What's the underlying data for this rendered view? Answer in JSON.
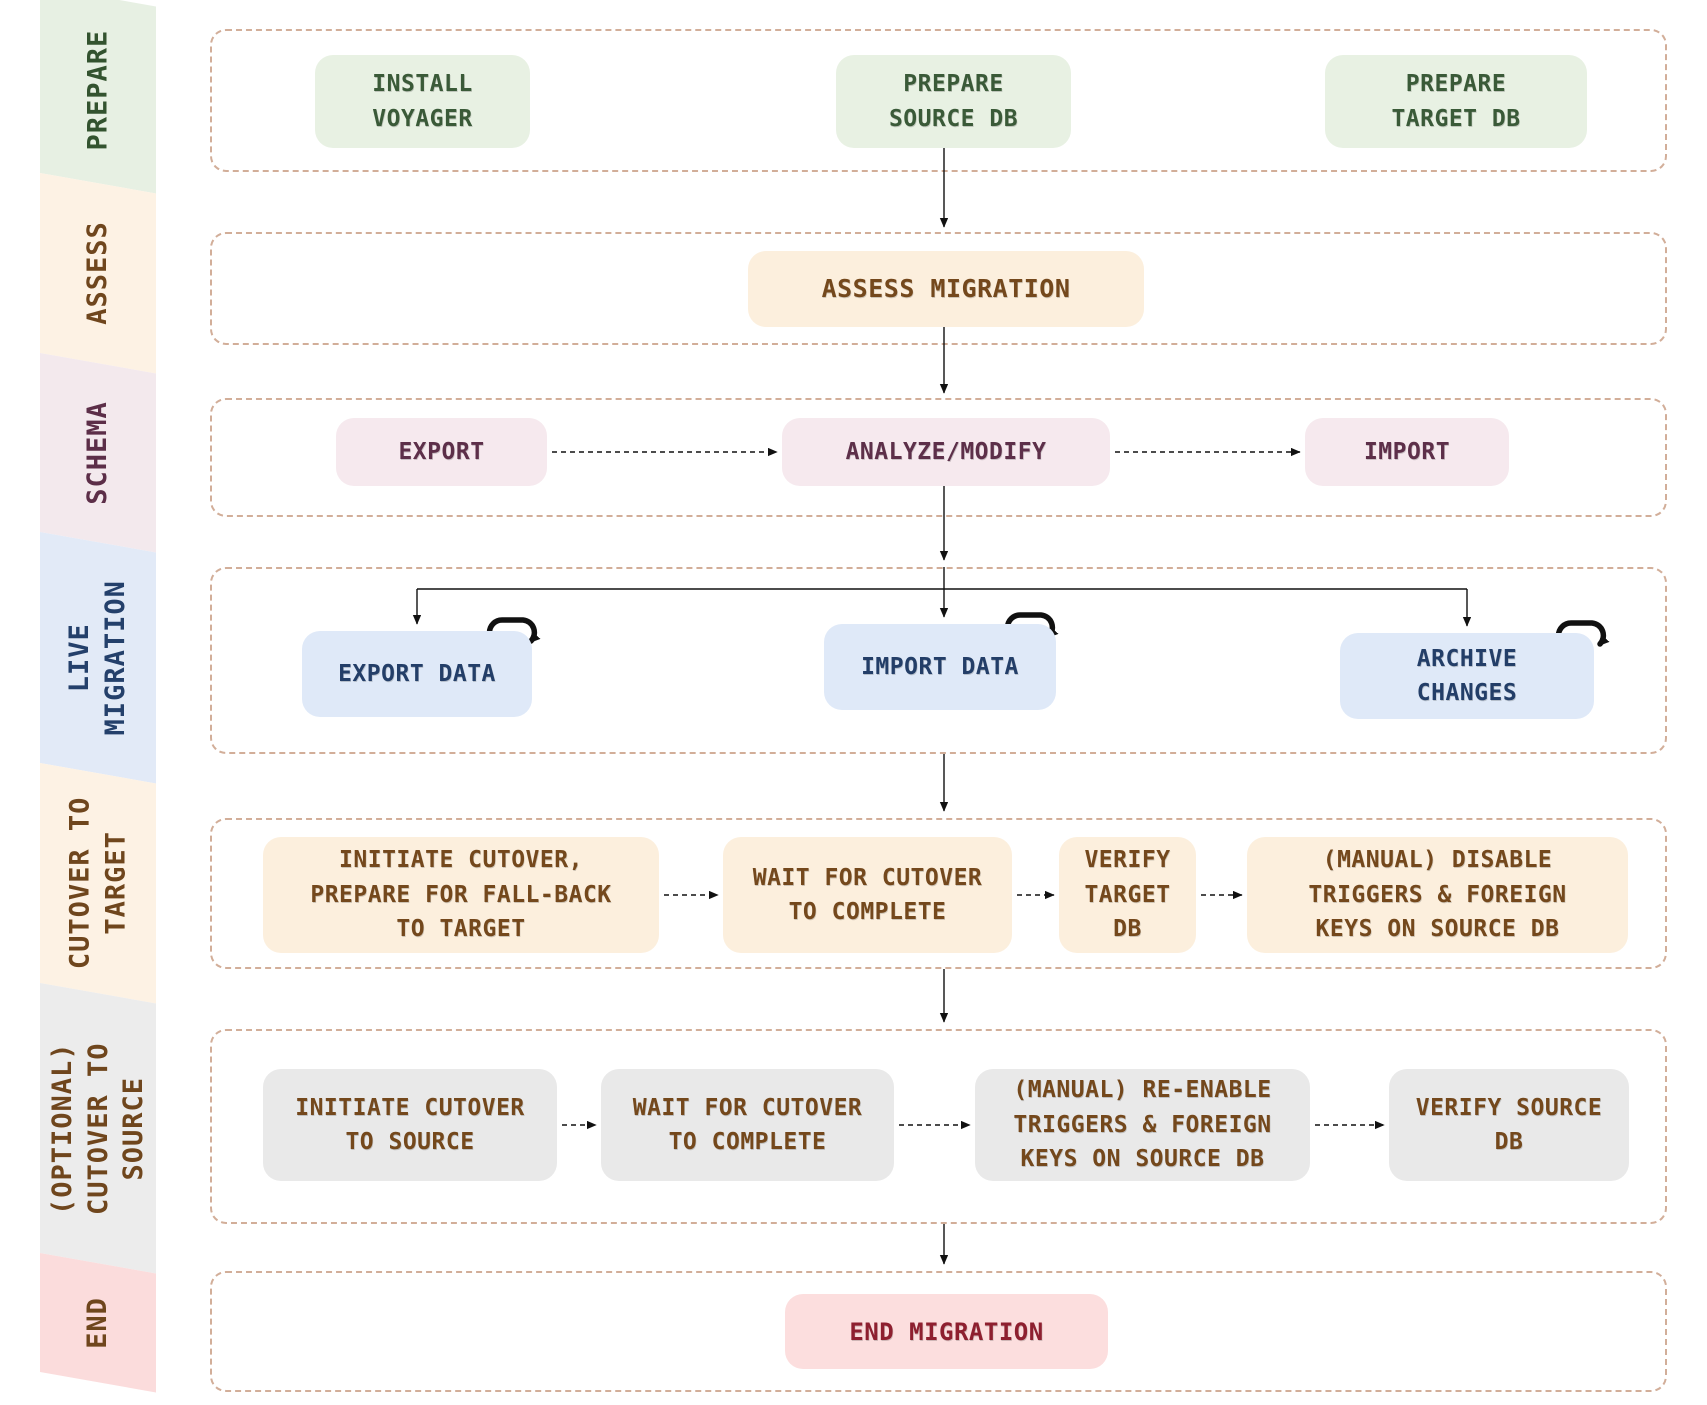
{
  "diagram_type": "flowchart",
  "stages": [
    {
      "id": "prepare",
      "label": "PREPARE",
      "band_bg": "#e7f0e3",
      "label_color": "#33532f"
    },
    {
      "id": "assess",
      "label": "ASSESS",
      "band_bg": "#fdf2e4",
      "label_color": "#6f461d"
    },
    {
      "id": "schema",
      "label": "SCHEMA",
      "band_bg": "#f3e9ed",
      "label_color": "#5c2e48"
    },
    {
      "id": "live-migration",
      "label": "LIVE\nMIGRATION",
      "band_bg": "#e2eaf7",
      "label_color": "#24406b"
    },
    {
      "id": "cutover-to-target",
      "label": "CUTOVER TO\nTARGET",
      "band_bg": "#fdf2e4",
      "label_color": "#6f461d"
    },
    {
      "id": "optional-cutover-source",
      "label": "(OPTIONAL)\nCUTOVER TO\nSOURCE",
      "band_bg": "#ececec",
      "label_color": "#6f461d"
    },
    {
      "id": "end",
      "label": "END",
      "band_bg": "#fbdcdc",
      "label_color": "#6f461d"
    }
  ],
  "nodes": {
    "install_voyager": {
      "label": "INSTALL\nVOYAGER",
      "stage": "prepare",
      "bg": "#e8f1e3",
      "text_color": "#3a5a38"
    },
    "prepare_source_db": {
      "label": "PREPARE\nSOURCE DB",
      "stage": "prepare",
      "bg": "#e8f1e3",
      "text_color": "#3a5a38"
    },
    "prepare_target_db": {
      "label": "PREPARE\nTARGET DB",
      "stage": "prepare",
      "bg": "#e8f1e3",
      "text_color": "#3a5a38"
    },
    "assess_migration": {
      "label": "ASSESS MIGRATION",
      "stage": "assess",
      "bg": "#fcefdd",
      "text_color": "#74481c"
    },
    "export_schema": {
      "label": "EXPORT",
      "stage": "schema",
      "bg": "#f6e9ee",
      "text_color": "#5d2f49"
    },
    "analyze_modify": {
      "label": "ANALYZE/MODIFY",
      "stage": "schema",
      "bg": "#f6e9ee",
      "text_color": "#5d2f49"
    },
    "import_schema": {
      "label": "IMPORT",
      "stage": "schema",
      "bg": "#f6e9ee",
      "text_color": "#5d2f49"
    },
    "export_data": {
      "label": "EXPORT DATA",
      "has_loop_icon": true,
      "stage": "live-migration",
      "bg": "#dfe9f8",
      "text_color": "#233e68"
    },
    "import_data": {
      "label": "IMPORT DATA",
      "has_loop_icon": true,
      "stage": "live-migration",
      "bg": "#dfe9f8",
      "text_color": "#233e68"
    },
    "archive_changes": {
      "label": "ARCHIVE\nCHANGES",
      "has_loop_icon": true,
      "stage": "live-migration",
      "bg": "#dfe9f8",
      "text_color": "#233e68"
    },
    "initiate_cutover_target": {
      "label": "INITIATE CUTOVER,\nPREPARE FOR FALL-BACK\nTO TARGET",
      "stage": "cutover-to-target",
      "bg": "#fcefdd",
      "text_color": "#74481c"
    },
    "wait_cutover_target": {
      "label": "WAIT FOR CUTOVER\nTO COMPLETE",
      "stage": "cutover-to-target",
      "bg": "#fcefdd",
      "text_color": "#74481c"
    },
    "verify_target_db": {
      "label": "VERIFY\nTARGET\nDB",
      "stage": "cutover-to-target",
      "bg": "#fcefdd",
      "text_color": "#74481c"
    },
    "disable_triggers": {
      "label": "(MANUAL) DISABLE\nTRIGGERS & FOREIGN\nKEYS ON SOURCE DB",
      "stage": "cutover-to-target",
      "bg": "#fcefdd",
      "text_color": "#74481c"
    },
    "initiate_cutover_source": {
      "label": "INITIATE CUTOVER\nTO SOURCE",
      "stage": "optional-cutover-source",
      "bg": "#e9e9e9",
      "text_color": "#74481c"
    },
    "wait_cutover_source": {
      "label": "WAIT FOR CUTOVER\nTO COMPLETE",
      "stage": "optional-cutover-source",
      "bg": "#e9e9e9",
      "text_color": "#74481c"
    },
    "reenable_triggers": {
      "label": "(MANUAL) RE-ENABLE\nTRIGGERS & FOREIGN\nKEYS ON SOURCE DB",
      "stage": "optional-cutover-source",
      "bg": "#e9e9e9",
      "text_color": "#74481c"
    },
    "verify_source_db": {
      "label": "VERIFY SOURCE\nDB",
      "stage": "optional-cutover-source",
      "bg": "#e9e9e9",
      "text_color": "#74481c"
    },
    "end_migration": {
      "label": "END MIGRATION",
      "stage": "end",
      "bg": "#fcdede",
      "text_color": "#8e1f2f"
    }
  },
  "icons": {
    "loop": "repeat-loop-arrow"
  },
  "colors": {
    "background": "#ffffff",
    "row_border": "#d2ae99",
    "connector": "#111111"
  }
}
